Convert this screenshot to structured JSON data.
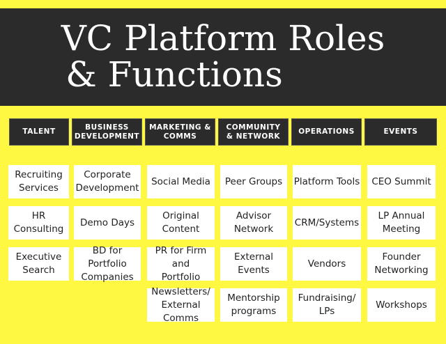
{
  "title": {
    "line1": "VC Platform Roles",
    "line2": "& Functions"
  },
  "colors": {
    "background": "#fff842",
    "dark": "#2b2b2b",
    "cell": "#ffffff"
  },
  "columns": [
    {
      "header": "TALENT",
      "items": [
        "Recruiting\nServices",
        "HR\nConsulting",
        "Executive\nSearch"
      ]
    },
    {
      "header": "BUSINESS\nDEVELOPMENT",
      "items": [
        "Corporate\nDevelopment",
        "Demo Days",
        "BD for Portfolio\nCompanies"
      ]
    },
    {
      "header": "MARKETING &\nCOMMS",
      "items": [
        "Social Media",
        "Original\nContent",
        "PR for Firm and\nPortfolio",
        "Newsletters/\nExternal Comms"
      ]
    },
    {
      "header": "COMMUNITY\n& NETWORK",
      "items": [
        "Peer Groups",
        "Advisor\nNetwork",
        "External\nEvents",
        "Mentorship\nprograms"
      ]
    },
    {
      "header": "OPERATIONS",
      "items": [
        "Platform Tools",
        "CRM/Systems",
        "Vendors",
        "Fundraising/\nLPs"
      ]
    },
    {
      "header": "EVENTS",
      "items": [
        "CEO Summit",
        "LP Annual\nMeeting",
        "Founder\nNetworking",
        "Workshops"
      ]
    }
  ]
}
